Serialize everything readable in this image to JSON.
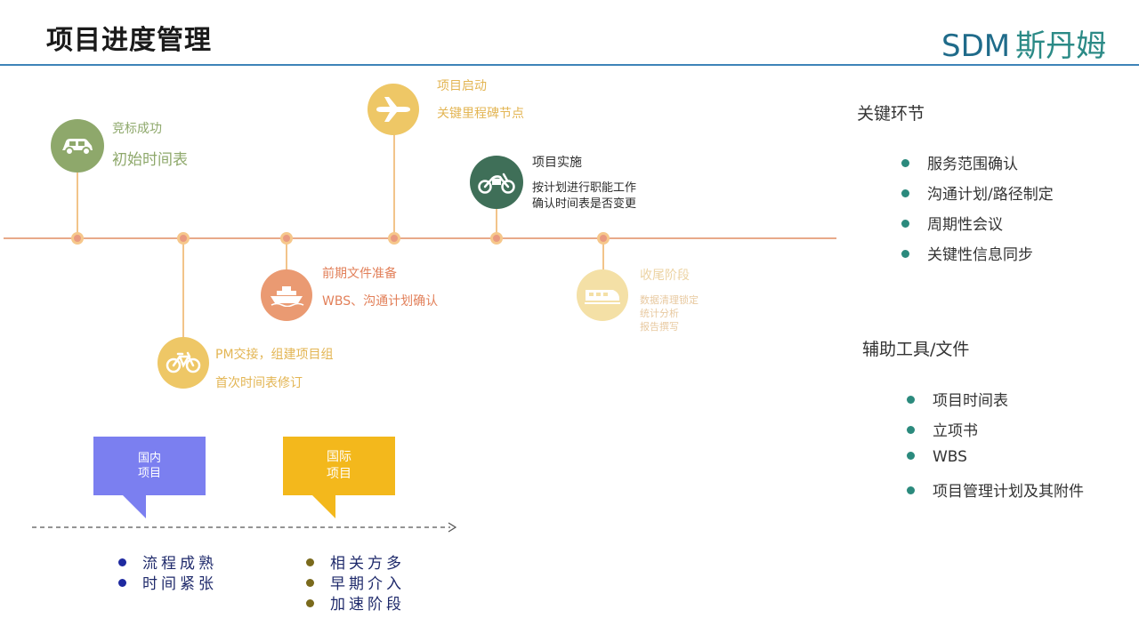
{
  "header": {
    "title": "项目进度管理",
    "logo_latin": "SDM",
    "logo_cn": "斯丹姆"
  },
  "milestones": {
    "m1": {
      "title": "竞标成功",
      "subtitle": "初始时间表",
      "icon": "car-icon",
      "color": "#8ea86b"
    },
    "m2": {
      "title": "PM交接，组建项目组",
      "subtitle": "首次时间表修订",
      "icon": "bicycle-icon",
      "color": "#eec766"
    },
    "m3": {
      "title": "前期文件准备",
      "subtitle": "WBS、沟通计划确认",
      "icon": "ship-icon",
      "color": "#ea9a72"
    },
    "m4": {
      "title": "项目启动",
      "subtitle": "关键里程碑节点",
      "icon": "airplane-icon",
      "color": "#eec766"
    },
    "m5": {
      "title": "项目实施",
      "lines": [
        "按计划进行职能工作",
        "确认时间表是否变更"
      ],
      "icon": "motorcycle-icon",
      "color": "#3f6f58"
    },
    "m6": {
      "title": "收尾阶段",
      "lines": [
        "数据清理锁定",
        "统计分析",
        "报告撰写"
      ],
      "icon": "train-icon",
      "color": "#f4e0a6"
    }
  },
  "callouts": {
    "domestic": {
      "line1": "国内",
      "line2": "项目",
      "color": "#7b7ff0"
    },
    "international": {
      "line1": "国际",
      "line2": "项目",
      "color": "#f3b81c"
    }
  },
  "bullets": {
    "domestic": [
      "流程成熟",
      "时间紧张"
    ],
    "international": [
      "相关方多",
      "早期介入",
      "加速阶段"
    ]
  },
  "sidebar": {
    "key_title": "关键环节",
    "key_items": [
      "服务范围确认",
      "沟通计划/路径制定",
      "周期性会议",
      "关键性信息同步"
    ],
    "tools_title": "辅助工具/文件",
    "tools_items": [
      "项目时间表",
      "立项书",
      "WBS",
      "项目管理计划及其附件"
    ]
  }
}
